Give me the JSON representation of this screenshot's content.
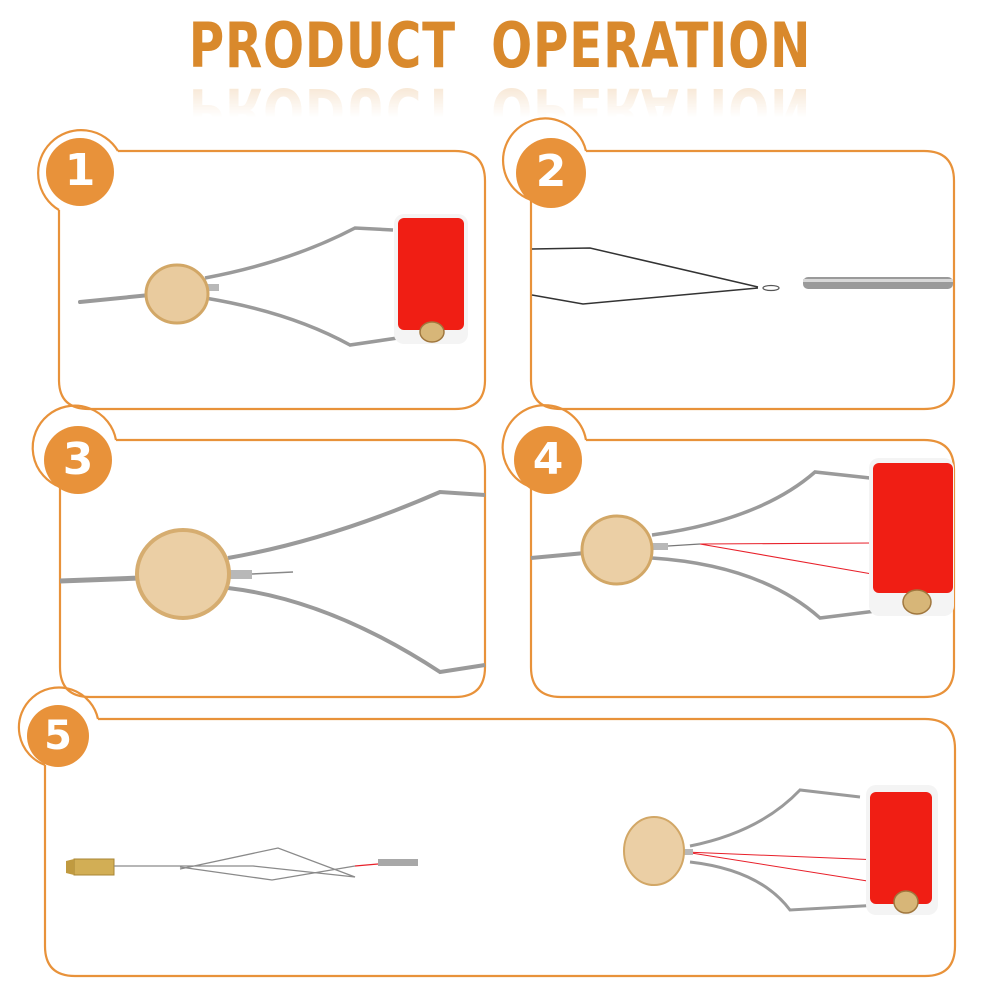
{
  "header": {
    "title": "PRODUCT  OPERATION"
  },
  "colors": {
    "accent": "#E8923A",
    "title": "#D9892C",
    "thread_red": "#F01E14",
    "brass": "#E9CBA0",
    "steel": "#8C8C8C"
  },
  "steps": [
    {
      "number": "1",
      "description_icon": "bobbin-holder-with-thread-spool"
    },
    {
      "number": "2",
      "description_icon": "threader-wire-and-tube"
    },
    {
      "number": "3",
      "description_icon": "bobbin-holder-with-threader-inserted"
    },
    {
      "number": "4",
      "description_icon": "thread-pulled-through-bobbin-tube"
    },
    {
      "number": "5",
      "description_icon": "threaded-bobbin-holder-with-threader-tool"
    }
  ]
}
